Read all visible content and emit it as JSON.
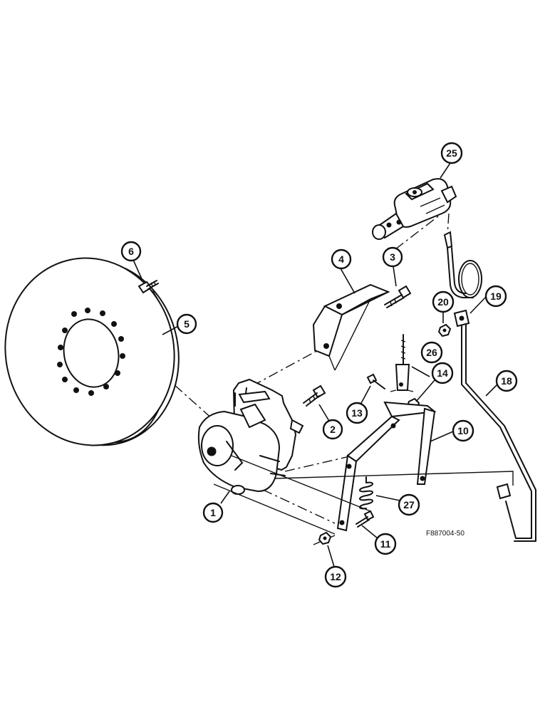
{
  "figure_code": "F887004-50",
  "callouts": [
    {
      "id": "c1",
      "label": "1"
    },
    {
      "id": "c2",
      "label": "2"
    },
    {
      "id": "c3",
      "label": "3"
    },
    {
      "id": "c4",
      "label": "4"
    },
    {
      "id": "c5",
      "label": "5"
    },
    {
      "id": "c6",
      "label": "6"
    },
    {
      "id": "c10",
      "label": "10"
    },
    {
      "id": "c11",
      "label": "11"
    },
    {
      "id": "c12",
      "label": "12"
    },
    {
      "id": "c13",
      "label": "13"
    },
    {
      "id": "c14",
      "label": "14"
    },
    {
      "id": "c18",
      "label": "18"
    },
    {
      "id": "c19",
      "label": "19"
    },
    {
      "id": "c20",
      "label": "20"
    },
    {
      "id": "c25",
      "label": "25"
    },
    {
      "id": "c26",
      "label": "26"
    },
    {
      "id": "c27",
      "label": "27"
    }
  ]
}
